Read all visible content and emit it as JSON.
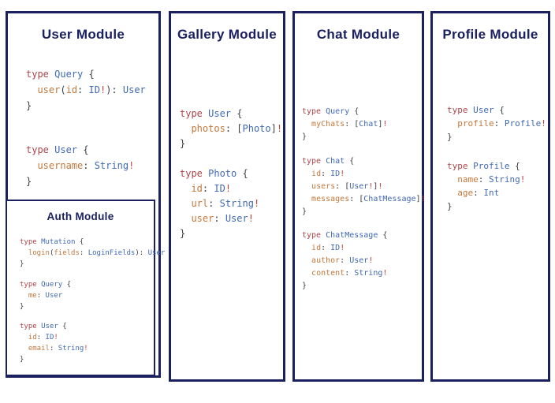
{
  "colors": {
    "navy": "#1b2060",
    "keyword_red": "#aa464b",
    "type_blue": "#4169b4",
    "field_orange": "#c3783c",
    "punctuation_gray": "#3d4046",
    "bang_red": "#be413c",
    "background": "#ffffff"
  },
  "modules": [
    {
      "title": "User Module",
      "blocks": [
        [
          [
            [
              "k",
              "type "
            ],
            [
              "t",
              "Query "
            ],
            [
              "p",
              "{"
            ]
          ],
          [
            [
              "p",
              "  "
            ],
            [
              "f",
              "user"
            ],
            [
              "p",
              "("
            ],
            [
              "f",
              "id"
            ],
            [
              "p",
              ": "
            ],
            [
              "t",
              "ID"
            ],
            [
              "b",
              "!"
            ],
            [
              "p",
              "): "
            ],
            [
              "t",
              "User"
            ]
          ],
          [
            [
              "p",
              "}"
            ]
          ]
        ],
        [
          [
            [
              "k",
              "type "
            ],
            [
              "t",
              "User "
            ],
            [
              "p",
              "{"
            ]
          ],
          [
            [
              "p",
              "  "
            ],
            [
              "f",
              "username"
            ],
            [
              "p",
              ": "
            ],
            [
              "t",
              "String"
            ],
            [
              "b",
              "!"
            ]
          ],
          [
            [
              "p",
              "}"
            ]
          ]
        ]
      ],
      "submodule": {
        "title": "Auth Module",
        "blocks": [
          [
            [
              [
                "k",
                "type "
              ],
              [
                "t",
                "Mutation "
              ],
              [
                "p",
                "{"
              ]
            ],
            [
              [
                "p",
                "  "
              ],
              [
                "f",
                "login"
              ],
              [
                "p",
                "("
              ],
              [
                "f",
                "fields"
              ],
              [
                "p",
                ": "
              ],
              [
                "t",
                "LoginFields"
              ],
              [
                "p",
                "): "
              ],
              [
                "t",
                "User"
              ]
            ],
            [
              [
                "p",
                "}"
              ]
            ]
          ],
          [
            [
              [
                "k",
                "type "
              ],
              [
                "t",
                "Query "
              ],
              [
                "p",
                "{"
              ]
            ],
            [
              [
                "p",
                "  "
              ],
              [
                "f",
                "me"
              ],
              [
                "p",
                ": "
              ],
              [
                "t",
                "User"
              ]
            ],
            [
              [
                "p",
                "}"
              ]
            ]
          ],
          [
            [
              [
                "k",
                "type "
              ],
              [
                "t",
                "User "
              ],
              [
                "p",
                "{"
              ]
            ],
            [
              [
                "p",
                "  "
              ],
              [
                "f",
                "id"
              ],
              [
                "p",
                ": "
              ],
              [
                "t",
                "ID"
              ],
              [
                "b",
                "!"
              ]
            ],
            [
              [
                "p",
                "  "
              ],
              [
                "f",
                "email"
              ],
              [
                "p",
                ": "
              ],
              [
                "t",
                "String"
              ],
              [
                "b",
                "!"
              ]
            ],
            [
              [
                "p",
                "}"
              ]
            ]
          ]
        ]
      }
    },
    {
      "title": "Gallery Module",
      "blocks": [
        [
          [
            [
              "k",
              "type "
            ],
            [
              "t",
              "User "
            ],
            [
              "p",
              "{"
            ]
          ],
          [
            [
              "p",
              "  "
            ],
            [
              "f",
              "photos"
            ],
            [
              "p",
              ": ["
            ],
            [
              "t",
              "Photo"
            ],
            [
              "p",
              "]"
            ],
            [
              "b",
              "!"
            ]
          ],
          [
            [
              "p",
              "}"
            ]
          ]
        ],
        [
          [
            [
              "k",
              "type "
            ],
            [
              "t",
              "Photo "
            ],
            [
              "p",
              "{"
            ]
          ],
          [
            [
              "p",
              "  "
            ],
            [
              "f",
              "id"
            ],
            [
              "p",
              ": "
            ],
            [
              "t",
              "ID"
            ],
            [
              "b",
              "!"
            ]
          ],
          [
            [
              "p",
              "  "
            ],
            [
              "f",
              "url"
            ],
            [
              "p",
              ": "
            ],
            [
              "t",
              "String"
            ],
            [
              "b",
              "!"
            ]
          ],
          [
            [
              "p",
              "  "
            ],
            [
              "f",
              "user"
            ],
            [
              "p",
              ": "
            ],
            [
              "t",
              "User"
            ],
            [
              "b",
              "!"
            ]
          ],
          [
            [
              "p",
              "}"
            ]
          ]
        ]
      ]
    },
    {
      "title": "Chat Module",
      "blocks": [
        [
          [
            [
              "k",
              "type "
            ],
            [
              "t",
              "Query "
            ],
            [
              "p",
              "{"
            ]
          ],
          [
            [
              "p",
              "  "
            ],
            [
              "f",
              "myChats"
            ],
            [
              "p",
              ": ["
            ],
            [
              "t",
              "Chat"
            ],
            [
              "p",
              "]"
            ],
            [
              "b",
              "!"
            ]
          ],
          [
            [
              "p",
              "}"
            ]
          ]
        ],
        [
          [
            [
              "k",
              "type "
            ],
            [
              "t",
              "Chat "
            ],
            [
              "p",
              "{"
            ]
          ],
          [
            [
              "p",
              "  "
            ],
            [
              "f",
              "id"
            ],
            [
              "p",
              ": "
            ],
            [
              "t",
              "ID"
            ],
            [
              "b",
              "!"
            ]
          ],
          [
            [
              "p",
              "  "
            ],
            [
              "f",
              "users"
            ],
            [
              "p",
              ": ["
            ],
            [
              "t",
              "User"
            ],
            [
              "b",
              "!"
            ],
            [
              "p",
              "]"
            ],
            [
              "b",
              "!"
            ]
          ],
          [
            [
              "p",
              "  "
            ],
            [
              "f",
              "messages"
            ],
            [
              "p",
              ": ["
            ],
            [
              "t",
              "ChatMessage"
            ],
            [
              "p",
              "]"
            ],
            [
              "b",
              "!"
            ]
          ],
          [
            [
              "p",
              "}"
            ]
          ]
        ],
        [
          [
            [
              "k",
              "type "
            ],
            [
              "t",
              "ChatMessage "
            ],
            [
              "p",
              "{"
            ]
          ],
          [
            [
              "p",
              "  "
            ],
            [
              "f",
              "id"
            ],
            [
              "p",
              ": "
            ],
            [
              "t",
              "ID"
            ],
            [
              "b",
              "!"
            ]
          ],
          [
            [
              "p",
              "  "
            ],
            [
              "f",
              "author"
            ],
            [
              "p",
              ": "
            ],
            [
              "t",
              "User"
            ],
            [
              "b",
              "!"
            ]
          ],
          [
            [
              "p",
              "  "
            ],
            [
              "f",
              "content"
            ],
            [
              "p",
              ": "
            ],
            [
              "t",
              "String"
            ],
            [
              "b",
              "!"
            ]
          ],
          [
            [
              "p",
              "}"
            ]
          ]
        ]
      ]
    },
    {
      "title": "Profile Module",
      "blocks": [
        [
          [
            [
              "k",
              "type "
            ],
            [
              "t",
              "User "
            ],
            [
              "p",
              "{"
            ]
          ],
          [
            [
              "p",
              "  "
            ],
            [
              "f",
              "profile"
            ],
            [
              "p",
              ": "
            ],
            [
              "t",
              "Profile"
            ],
            [
              "b",
              "!"
            ]
          ],
          [
            [
              "p",
              "}"
            ]
          ]
        ],
        [
          [
            [
              "k",
              "type "
            ],
            [
              "t",
              "Profile "
            ],
            [
              "p",
              "{"
            ]
          ],
          [
            [
              "p",
              "  "
            ],
            [
              "f",
              "name"
            ],
            [
              "p",
              ": "
            ],
            [
              "t",
              "String"
            ],
            [
              "b",
              "!"
            ]
          ],
          [
            [
              "p",
              "  "
            ],
            [
              "f",
              "age"
            ],
            [
              "p",
              ": "
            ],
            [
              "t",
              "Int"
            ]
          ],
          [
            [
              "p",
              "}"
            ]
          ]
        ]
      ]
    }
  ]
}
